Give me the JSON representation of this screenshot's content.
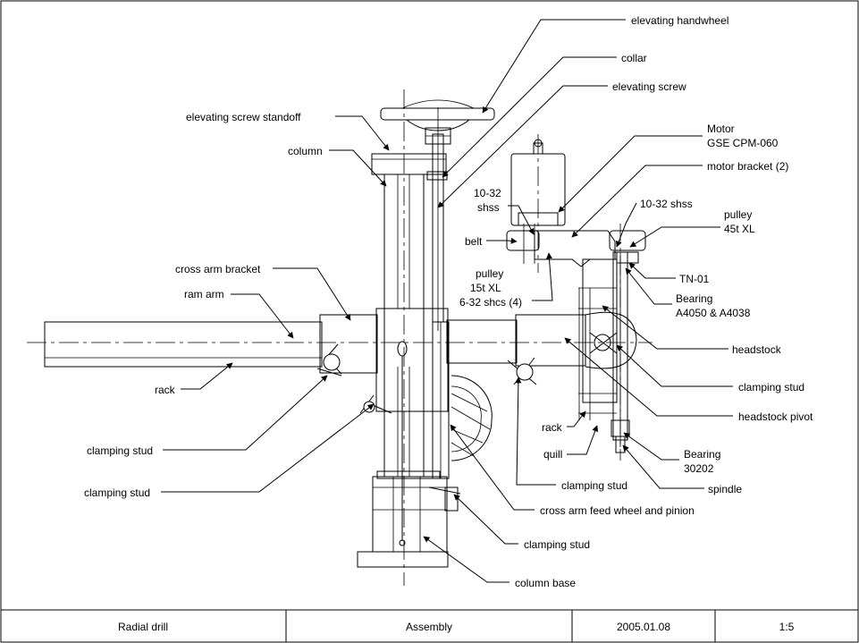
{
  "labels": {
    "elevating_handwheel": "elevating handwheel",
    "collar": "collar",
    "elevating_screw": "elevating screw",
    "elevating_screw_standoff": "elevating screw standoff",
    "motor_line1": "Motor",
    "motor_line2": "GSE CPM-060",
    "column": "column",
    "motor_bracket": "motor bracket (2)",
    "shss_10_32_line1": "10-32",
    "shss_10_32_line2": "shss",
    "shss_10_32_right": "10-32 shss",
    "pulley_45_line1": "pulley",
    "pulley_45_line2": "45t XL",
    "belt": "belt",
    "tn01": "TN-01",
    "cross_arm_bracket": "cross arm bracket",
    "pulley_15_line1": "pulley",
    "pulley_15_line2": "15t XL",
    "shcs_6_32": "6-32 shcs (4)",
    "bearing_a4050_line1": "Bearing",
    "bearing_a4050_line2": "A4050 & A4038",
    "ram_arm": "ram arm",
    "headstock": "headstock",
    "rack_left": "rack",
    "clamping_stud_right": "clamping stud",
    "headstock_pivot": "headstock pivot",
    "rack_right": "rack",
    "clamping_stud_left1": "clamping stud",
    "quill": "quill",
    "bearing_30202_line1": "Bearing",
    "bearing_30202_line2": "30202",
    "clamping_stud_center": "clamping stud",
    "spindle": "spindle",
    "clamping_stud_left2": "clamping stud",
    "cross_arm_feed": "cross arm feed wheel and pinion",
    "clamping_stud_bottom": "clamping stud",
    "column_base": "column base"
  },
  "title_block": {
    "name": "Radial drill",
    "type": "Assembly",
    "date": "2005.01.08",
    "scale": "1:5"
  }
}
